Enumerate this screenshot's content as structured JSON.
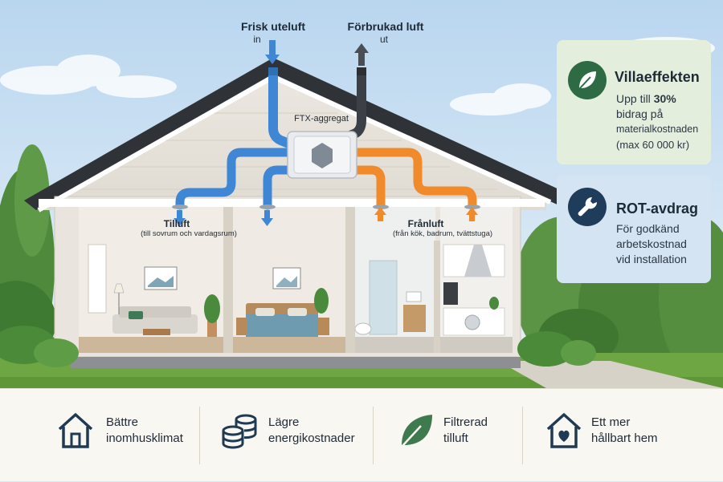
{
  "labels": {
    "fresh_air": "Frisk uteluft",
    "fresh_air_sub": "in",
    "exhaust_air": "Förbrukad luft",
    "exhaust_air_sub": "ut",
    "unit": "FTX-aggregat",
    "supply": "Tilluft",
    "supply_sub": "(till sovrum och vardagsrum)",
    "extract": "Frånluft",
    "extract_sub": "(från kök, badrum, tvättstuga)"
  },
  "cards": {
    "villa": {
      "title": "Villaeffekten",
      "line1_prefix": "Upp till ",
      "line1_bold": "30%",
      "line2": "bidrag på",
      "line3": "materialkostnaden",
      "line4": "(max 60 000 kr)",
      "icon": "leaf-icon",
      "bg": "#e4eedc",
      "circle": "#2e6b44"
    },
    "rot": {
      "title": "ROT-avdrag",
      "line1": "För godkänd",
      "line2": "arbetskostnad",
      "line3": "vid installation",
      "icon": "wrench-icon",
      "bg": "#d4e4f2",
      "circle": "#1f3d5a"
    }
  },
  "features": [
    {
      "line1": "Bättre",
      "line2": "inomhusklimat",
      "icon": "house-icon"
    },
    {
      "line1": "Lägre",
      "line2": "energikostnader",
      "icon": "coins-icon"
    },
    {
      "line1": "Filtrerad",
      "line2": "tilluft",
      "icon": "leaf-icon"
    },
    {
      "line1": "Ett mer",
      "line2": "hållbart hem",
      "icon": "heart-house-icon"
    }
  ],
  "colors": {
    "supply_duct": "#3f86d4",
    "extract_duct": "#f08a2a",
    "exhaust_duct": "#3b4046",
    "sky": "#cfe3f3",
    "grass": "#6fa644"
  }
}
